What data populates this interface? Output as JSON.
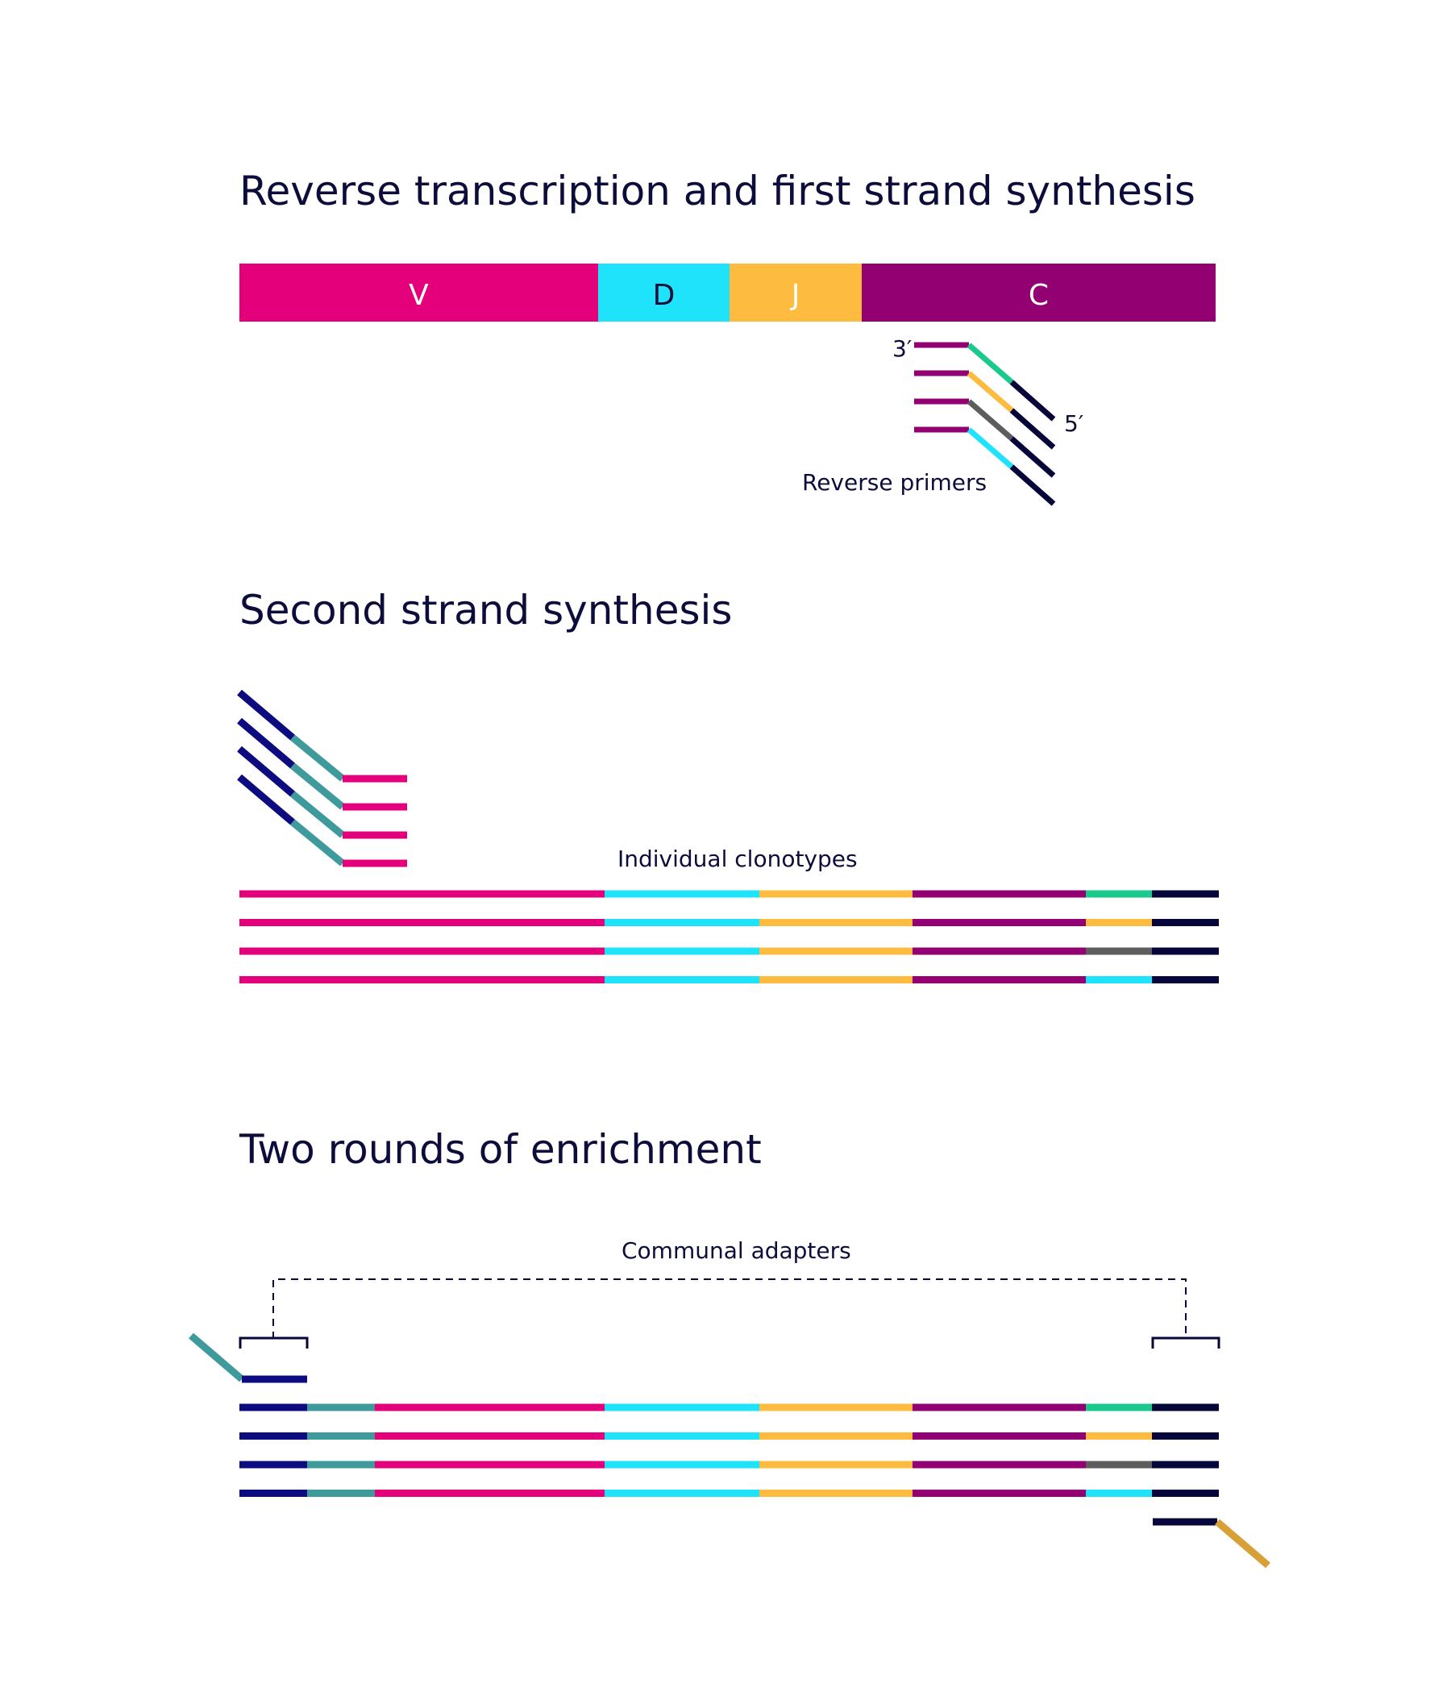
{
  "colors": {
    "V": "#e3007a",
    "D": "#1ee3fb",
    "J": "#fdbc3f",
    "C": "#930072",
    "navy": "#0c0c80",
    "teal": "#3f9a9c",
    "dark": "#06063a",
    "green": "#1ac98c",
    "gray": "#5d5d5d",
    "gold": "#d9a038"
  },
  "sections": {
    "rt": {
      "title": "Reverse transcription and first strand synthesis"
    },
    "second": {
      "title": "Second strand synthesis"
    },
    "enrich": {
      "title": "Two rounds of enrichment"
    }
  },
  "segments": [
    {
      "id": "V",
      "label": "V"
    },
    {
      "id": "D",
      "label": "D"
    },
    {
      "id": "J",
      "label": "J"
    },
    {
      "id": "C",
      "label": "C"
    }
  ],
  "labels": {
    "three_prime": "3′",
    "five_prime": "5′",
    "reverse_primers": "Reverse primers",
    "individual_clonotypes": "Individual clonotypes",
    "communal_adapters": "Communal adapters"
  },
  "primer_colors": [
    "green",
    "J",
    "gray",
    "D"
  ]
}
